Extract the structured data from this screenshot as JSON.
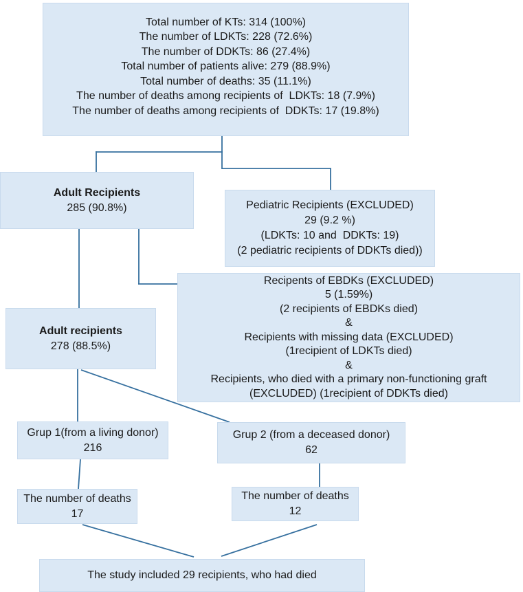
{
  "title": "Kidney transplant study flowchart",
  "boxes": {
    "totals": {
      "lines": [
        "Total number of KTs: 314 (100%)",
        "The number of LDKTs: 228 (72.6%)",
        "The number of DDKTs: 86 (27.4%)",
        "Total number of patients alive: 279 (88.9%)",
        "Total number of deaths: 35 (11.1%)",
        "The number of deaths among recipients of  LDKTs: 18 (7.9%)",
        "The number of deaths among recipients of  DDKTs: 17 (19.8%)"
      ]
    },
    "adult_recipients_initial": {
      "title": "Adult Recipients",
      "value": "285 (90.8%)"
    },
    "pediatric_excluded": {
      "lines": [
        "Pediatric Recipients (EXCLUDED)",
        "29 (9.2 %)",
        "(LDKTs: 10 and  DDKTs: 19)",
        "(2 pediatric recipients of DDKTs died))"
      ]
    },
    "exclusions": {
      "lines": [
        "Recipents of EBDKs (EXCLUDED)",
        "5 (1.59%)",
        "(2 recipients of EBDKs died)",
        "&",
        "Recipients with missing data (EXCLUDED)",
        "(1recipient of LDKTs died)",
        "&",
        "Recipients, who died with a primary non-functioning graft",
        "(EXCLUDED) (1recipient of DDKTs died)"
      ]
    },
    "adult_recipients_final": {
      "title": "Adult recipients",
      "value": "278 (88.5%)"
    },
    "group1": {
      "lines": [
        "Grup 1(from a living donor)",
        "216"
      ]
    },
    "group2": {
      "lines": [
        "Grup 2 (from a deceased donor)",
        "62"
      ]
    },
    "group1_deaths": {
      "lines": [
        "The number of deaths",
        "17"
      ]
    },
    "group2_deaths": {
      "lines": [
        "The number of deaths",
        "12"
      ]
    },
    "study_conclusion": {
      "text": "The study included 29 recipients, who had died"
    }
  },
  "colors": {
    "box_fill": "#dbe8f5",
    "box_border": "#c8daed",
    "connector": "#36709f",
    "text": "#1a1a1a"
  }
}
